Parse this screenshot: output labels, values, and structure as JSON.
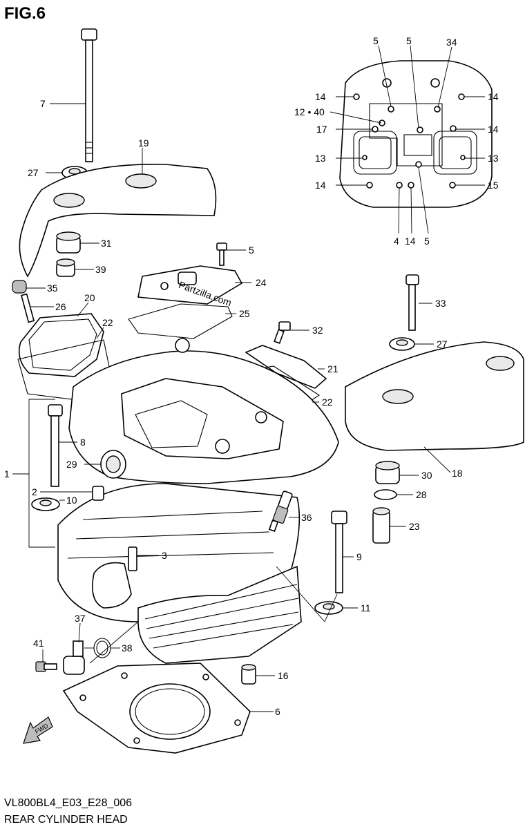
{
  "figure": {
    "title": "FIG.6",
    "model_code": "VL800BL4_E03_E28_006",
    "name": "REAR CYLINDER HEAD",
    "watermark": "Partzilla.com",
    "fwd_label": "FWD"
  },
  "callouts": {
    "c1": "1",
    "c2": "2",
    "c3": "3",
    "c4": "4",
    "c5a": "5",
    "c5b": "5",
    "c5c": "5",
    "c5d": "5",
    "c6": "6",
    "c7": "7",
    "c8": "8",
    "c9": "9",
    "c10": "10",
    "c11": "11",
    "c12_40": "12 • 40",
    "c13a": "13",
    "c13b": "13",
    "c14a": "14",
    "c14b": "14",
    "c14c": "14",
    "c14d": "14",
    "c14e": "14",
    "c15": "15",
    "c16": "16",
    "c17": "17",
    "c18": "18",
    "c19": "19",
    "c20": "20",
    "c21": "21",
    "c22a": "22",
    "c22b": "22",
    "c23": "23",
    "c24": "24",
    "c25": "25",
    "c26": "26",
    "c27a": "27",
    "c27b": "27",
    "c28": "28",
    "c29": "29",
    "c30": "30",
    "c31": "31",
    "c32": "32",
    "c33": "33",
    "c34": "34",
    "c35": "35",
    "c36": "36",
    "c37": "37",
    "c38": "38",
    "c39": "39",
    "c41": "41"
  }
}
